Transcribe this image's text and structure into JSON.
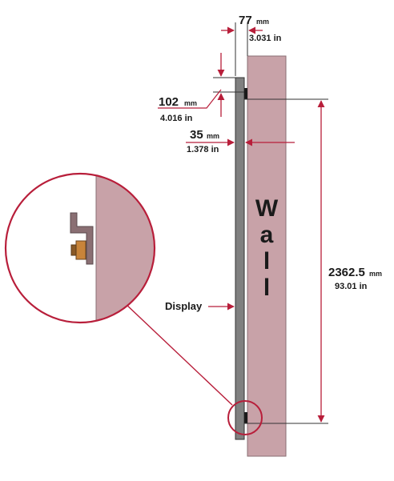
{
  "colors": {
    "wall": "#c8a2a8",
    "accent": "#b81e3a",
    "display": "#808080",
    "bracket": "#8a6f73",
    "screw": "#c8843a"
  },
  "wall": {
    "letters": [
      "W",
      "a",
      "l",
      "l"
    ]
  },
  "labels": {
    "display": "Display"
  },
  "dimensions": {
    "depth_total": {
      "mm": "77",
      "unit": "mm",
      "inch": "3.031 in"
    },
    "top_offset": {
      "mm": "102",
      "unit": "mm",
      "inch": "4.016 in"
    },
    "bracket_gap": {
      "mm": "35",
      "unit": "mm",
      "inch": "1.378 in"
    },
    "height": {
      "mm": "2362.5",
      "unit": "mm",
      "inch": "93.01 in"
    }
  }
}
